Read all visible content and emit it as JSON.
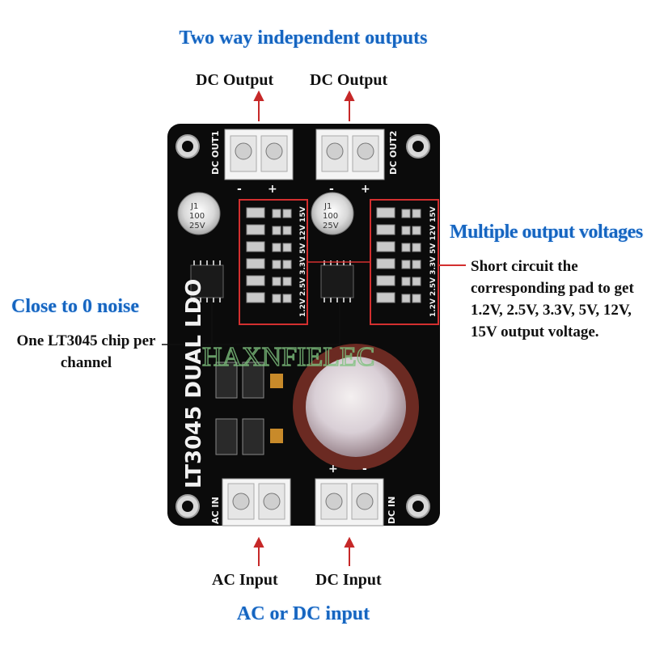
{
  "headline_top": "Two way independent outputs",
  "output_labels": [
    "DC Output",
    "DC Output"
  ],
  "multi_voltage_title": "Multiple output voltages",
  "short_circuit_text": "Short circuit the corresponding pad to get 1.2V, 2.5V, 3.3V, 5V, 12V, 15V output voltage.",
  "noise_title": "Close to 0 noise",
  "chip_text": "One LT3045 chip per channel",
  "input_labels": [
    "AC Input",
    "DC Input"
  ],
  "headline_bottom": "AC or DC input",
  "watermark": "HAXNFIELEC",
  "board": {
    "name": "LT3045 DUAL LDO",
    "connector_out1": "DC OUT1",
    "connector_out2": "DC OUT2",
    "connector_ac_in": "AC IN",
    "connector_dc_in": "DC IN",
    "cap_marking": [
      "J1",
      "100",
      "25V"
    ],
    "voltage_pads": "1.2V 2.5V 3.3V 5V 12V 15V",
    "plus": "+",
    "minus": "-"
  },
  "colors": {
    "accent_blue": "#1565c0",
    "arrow_red": "#c62828",
    "pcb_black": "#0b0b0b",
    "highlight_box": "#d32f2f"
  }
}
